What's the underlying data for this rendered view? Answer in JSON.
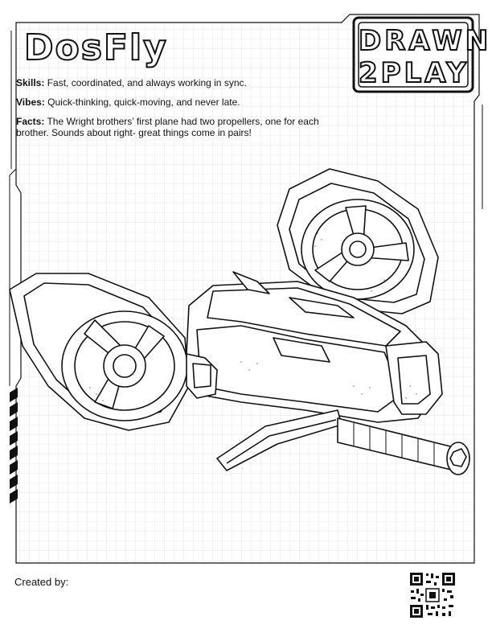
{
  "title": "DosFly",
  "logo": {
    "line1": "DRAWN",
    "line2": "2PLAY"
  },
  "skills": {
    "label": "Skills:",
    "text": "Fast, coordinated, and always working in sync."
  },
  "vibes": {
    "label": "Vibes:",
    "text": "Quick-thinking, quick-moving, and never late."
  },
  "facts": {
    "label": "Facts:",
    "text": "The Wright brothers’ first plane had two propellers, one for each brother. Sounds about right- great things come in pairs!"
  },
  "footer": {
    "created_by": "Created by:"
  }
}
